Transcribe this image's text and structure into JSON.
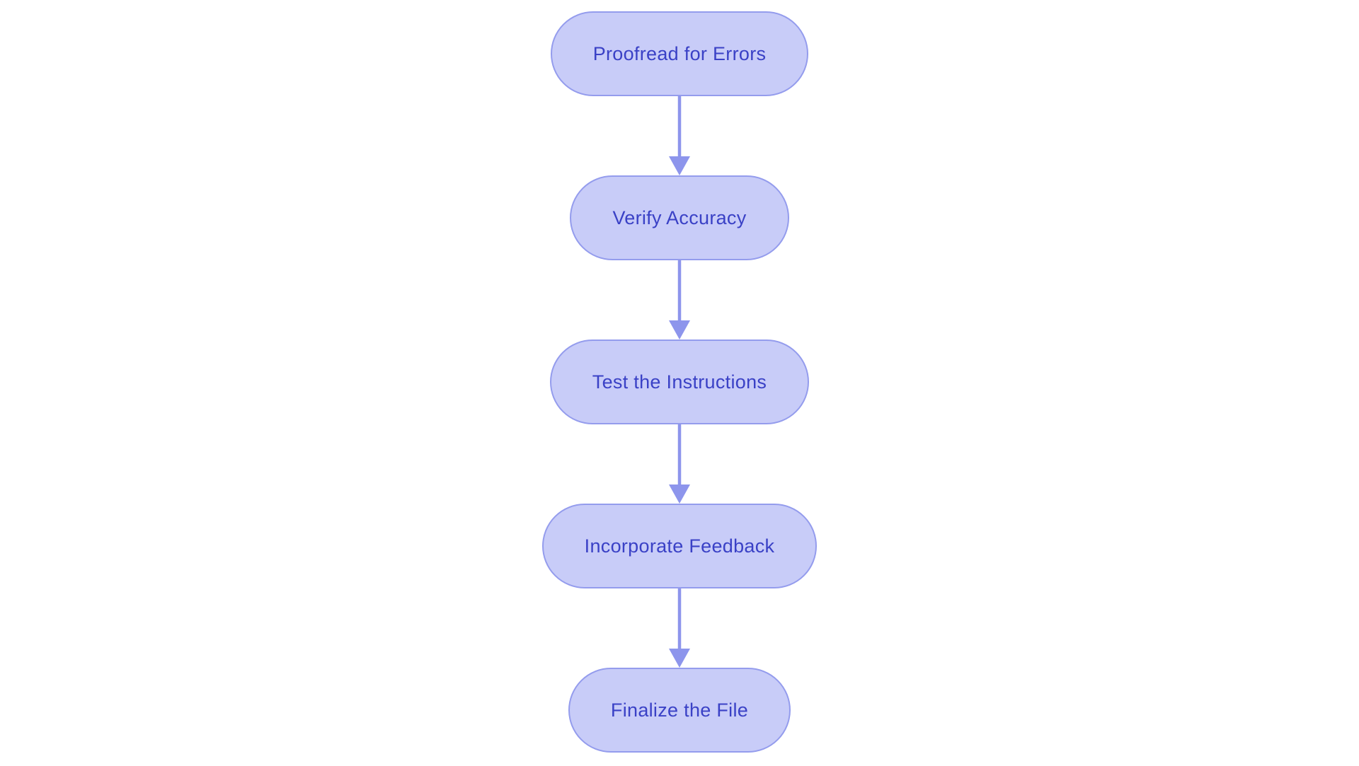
{
  "diagram": {
    "type": "flowchart",
    "direction": "top-to-bottom",
    "nodes": [
      {
        "id": "proofread",
        "label": "Proofread for Errors"
      },
      {
        "id": "verify",
        "label": "Verify Accuracy"
      },
      {
        "id": "test",
        "label": "Test the Instructions"
      },
      {
        "id": "incorporate",
        "label": "Incorporate Feedback"
      },
      {
        "id": "finalize",
        "label": "Finalize the File"
      }
    ],
    "edges": [
      {
        "from": "proofread",
        "to": "verify"
      },
      {
        "from": "verify",
        "to": "test"
      },
      {
        "from": "test",
        "to": "incorporate"
      },
      {
        "from": "incorporate",
        "to": "finalize"
      }
    ],
    "colors": {
      "background": "#ffffff",
      "node_fill": "#c8ccf8",
      "node_border": "#949ced",
      "node_text": "#3a41c6",
      "arrow": "#8d95ec"
    }
  }
}
